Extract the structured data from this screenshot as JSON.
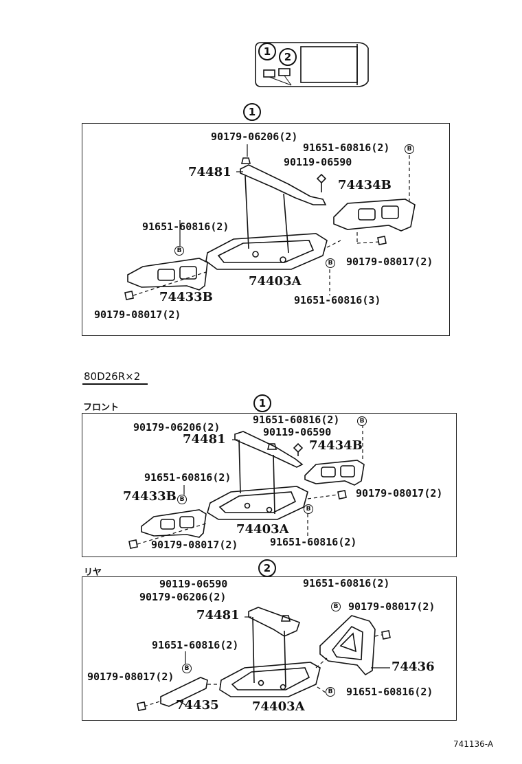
{
  "diagram_number": "741136-A",
  "battery_size_label": "80D26R×2",
  "front_label": "フロント",
  "rear_label": "リヤ",
  "index_markers": {
    "one": "1",
    "two": "2"
  },
  "b_mark": "B",
  "top_panel": {
    "marker": "1",
    "labels": {
      "bolt_upper": "90179-06206(2)",
      "clamp_b_right": "91651-60816(2)",
      "stud": "90119-06590",
      "hold_down": "74481",
      "bracket_right": "74434B",
      "clamp_b_left": "91651-60816(2)",
      "nut_right": "90179-08017(2)",
      "tray": "74403A",
      "clamp_b_lower": "91651-60816(3)",
      "bracket_left": "74433B",
      "nut_left": "90179-08017(2)"
    }
  },
  "front_panel": {
    "marker": "1",
    "labels": {
      "bolt_upper": "90179-06206(2)",
      "clamp_b_right": "91651-60816(2)",
      "hold_down": "74481",
      "stud": "90119-06590",
      "bracket_right": "74434B",
      "clamp_b_left": "91651-60816(2)",
      "bracket_left": "74433B",
      "nut_right": "90179-08017(2)",
      "tray": "74403A",
      "nut_left": "90179-08017(2)",
      "clamp_b_lower": "91651-60816(2)"
    }
  },
  "rear_panel": {
    "marker": "2",
    "labels": {
      "stud": "90119-06590",
      "bolt_upper": "90179-06206(2)",
      "clamp_b_upper": "91651-60816(2)",
      "nut_upper": "90179-08017(2)",
      "hold_down": "74481",
      "clamp_b_left": "91651-60816(2)",
      "bracket_rear": "74436",
      "nut_left": "90179-08017(2)",
      "clamp_b_right": "91651-60816(2)",
      "bracket_left": "74435",
      "tray": "74403A"
    }
  }
}
